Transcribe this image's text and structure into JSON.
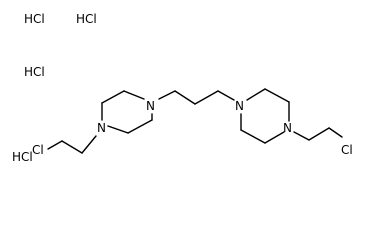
{
  "molecule": {
    "atoms": {
      "n_left_top": "N",
      "n_left_bottom": "N",
      "n_right_top": "N",
      "n_right_bottom": "N",
      "cl_left": "Cl",
      "cl_right": "Cl"
    },
    "salts": [
      "HCl",
      "HCl",
      "HCl",
      "HCl"
    ]
  }
}
